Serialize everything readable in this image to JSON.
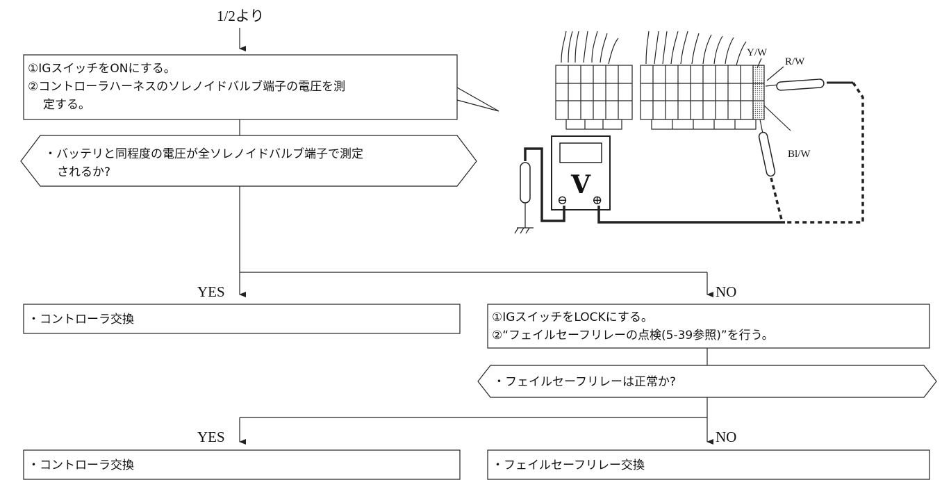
{
  "from_label": "1/2より",
  "step1": {
    "line1": "①IGスイッチをONにする。",
    "line2": "②コントローラハーネスのソレノイドバルブ端子の電圧を測",
    "line3": "定する。"
  },
  "question1": {
    "line1": "・バッテリと同程度の電圧が全ソレノイドバルブ端子で測定",
    "line2": "されるか?"
  },
  "branch1": {
    "yes": "YES",
    "no": "NO"
  },
  "result_yes1": "・コントローラ交換",
  "step2": {
    "line1": "①IGスイッチをLOCKにする。",
    "line2": "②“フェイルセーフリレーの点検(5-39参照)”を行う。"
  },
  "question2": "・フェイルセーフリレーは正常か?",
  "branch2": {
    "yes": "YES",
    "no": "NO"
  },
  "result_yes2": "・コントローラ交換",
  "result_no2": "・フェイルセーフリレー交換",
  "illustration": {
    "wire_labels": [
      "Y/W",
      "R/W",
      "Bl/W"
    ],
    "meter_symbol": "V",
    "minus": "⊖",
    "plus": "⊕"
  }
}
